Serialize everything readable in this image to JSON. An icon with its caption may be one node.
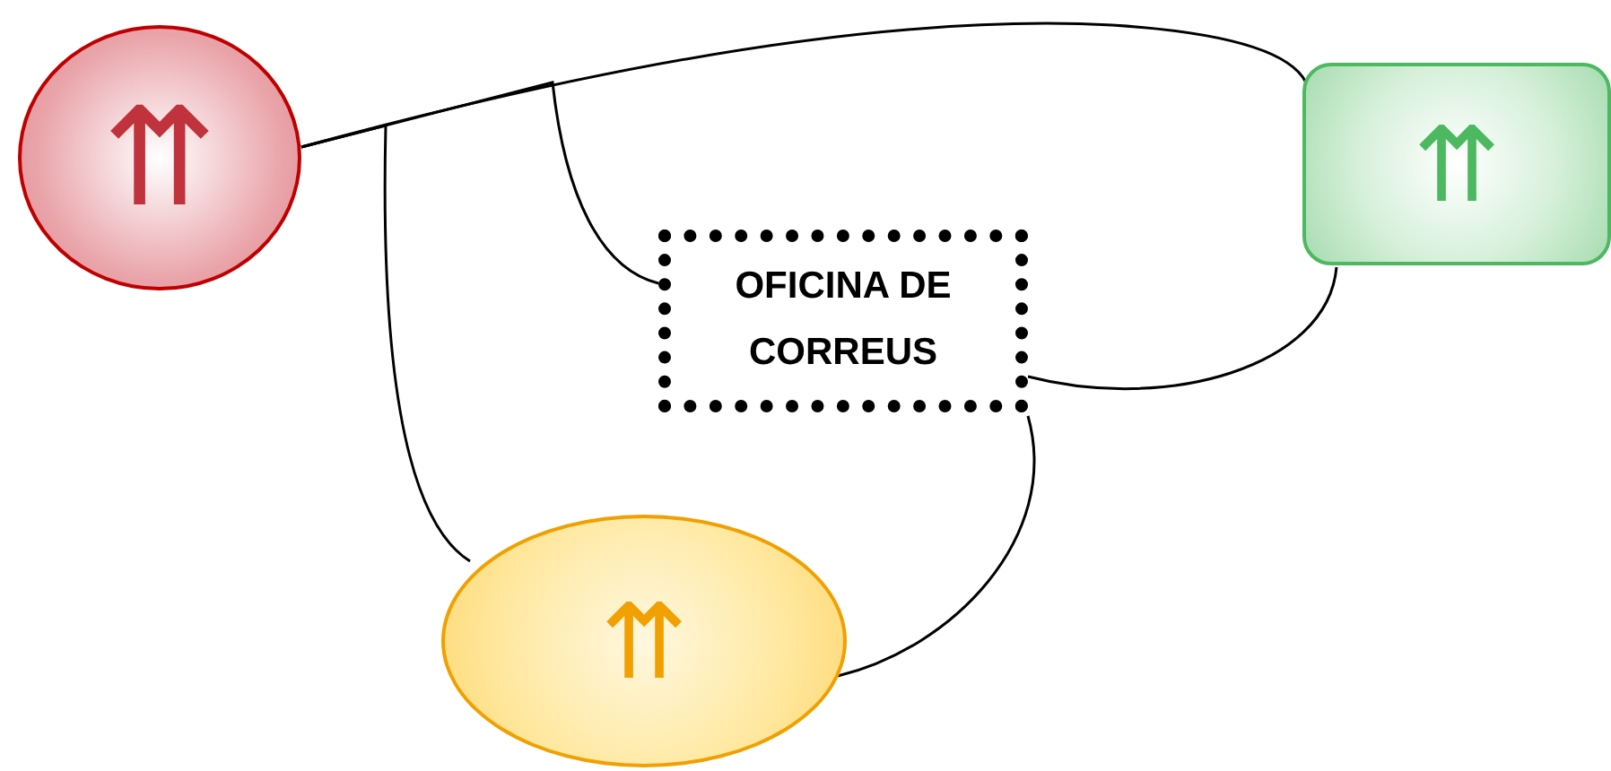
{
  "diagram": {
    "nodes": [
      {
        "text": [
          "⇈"
        ]
      },
      {
        "text": [
          "⇈"
        ]
      },
      {
        "text": [
          "OFICINA DE CORREUS"
        ]
      },
      {
        "text": [
          "⇈"
        ]
      }
    ],
    "edges": [
      {
        "from": 0,
        "to": 1,
        "arrow": "none"
      },
      {
        "from": 0,
        "to": 3,
        "arrow": "none"
      },
      {
        "from": 0,
        "to": 2,
        "arrow": "none"
      },
      {
        "from": 2,
        "to": 1,
        "arrow": "none"
      },
      {
        "from": 2,
        "to": 3,
        "arrow": "none"
      }
    ]
  }
}
